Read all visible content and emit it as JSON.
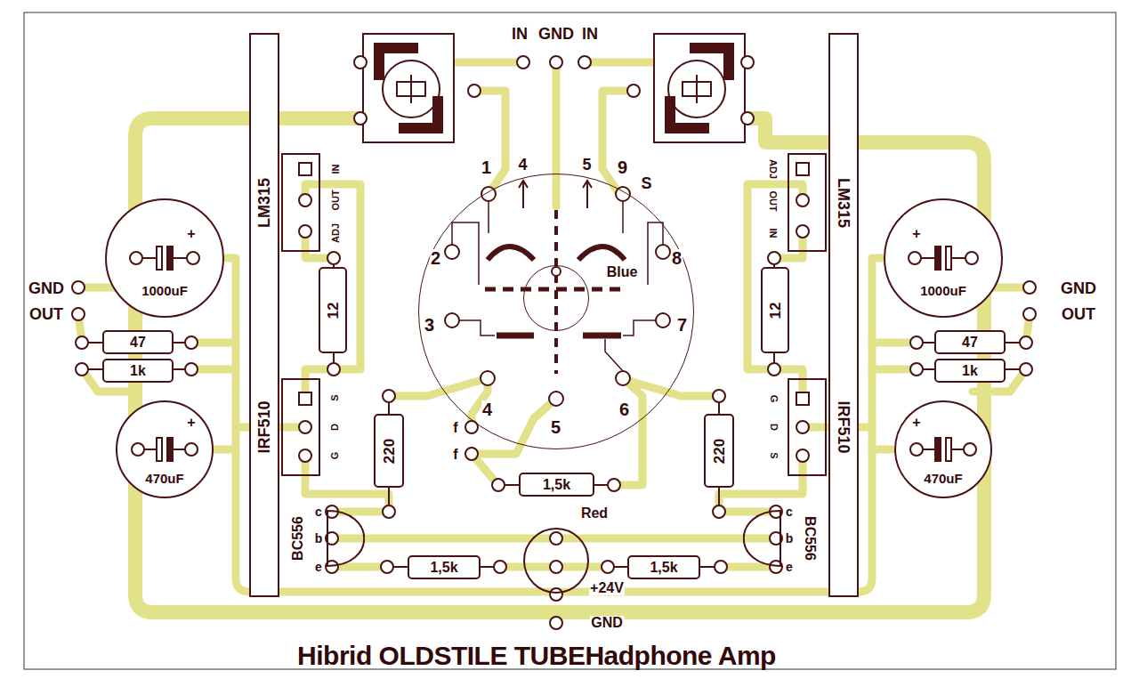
{
  "diagram": {
    "title": "Hibrid OLDSTILE TUBEHadphone Amp",
    "nodes": [
      {
        "text": [
          "LM315"
        ]
      },
      {
        "text": [
          "LM315"
        ]
      },
      {
        "text": [
          "+",
          "1000uF"
        ]
      },
      {
        "text": [
          "+",
          "1000uF"
        ]
      },
      {
        "text": [
          "1",
          "4",
          "5",
          "9",
          "S",
          "2",
          "8",
          "3",
          "7",
          "4",
          "5",
          "6"
        ]
      },
      {
        "text": [
          "Blue"
        ],
        "in": 4
      },
      {
        "text": [
          "12"
        ]
      },
      {
        "text": [
          "12"
        ]
      },
      {
        "text": [
          "47"
        ]
      },
      {
        "text": [
          "47"
        ]
      },
      {
        "text": [
          "1k"
        ]
      },
      {
        "text": [
          "1k"
        ]
      },
      {
        "text": [
          "IRF510"
        ]
      },
      {
        "text": [
          "IRF510"
        ]
      },
      {
        "text": [
          "220"
        ]
      },
      {
        "text": [
          "220"
        ]
      },
      {
        "text": [
          "+",
          "470uF"
        ]
      },
      {
        "text": [
          "+",
          "470uF"
        ]
      },
      {
        "text": [
          "1,5k"
        ]
      },
      {
        "text": [
          "BC556"
        ]
      },
      {
        "text": [
          "BC556"
        ]
      },
      {
        "text": [
          "Red"
        ]
      },
      {
        "text": [
          "1,5k"
        ]
      },
      {
        "text": [
          "1,5k"
        ]
      }
    ],
    "labels": [
      "IN",
      "GND",
      "IN",
      "GND",
      "OUT",
      "GND",
      "OUT",
      "ADJ",
      "OUT",
      "IN",
      "ADJ",
      "OUT",
      "IN",
      "S",
      "D",
      "G",
      "G",
      "D",
      "S",
      "f",
      "f",
      "c",
      "b",
      "e",
      "c",
      "b",
      "e",
      "+24V",
      "GND"
    ]
  }
}
